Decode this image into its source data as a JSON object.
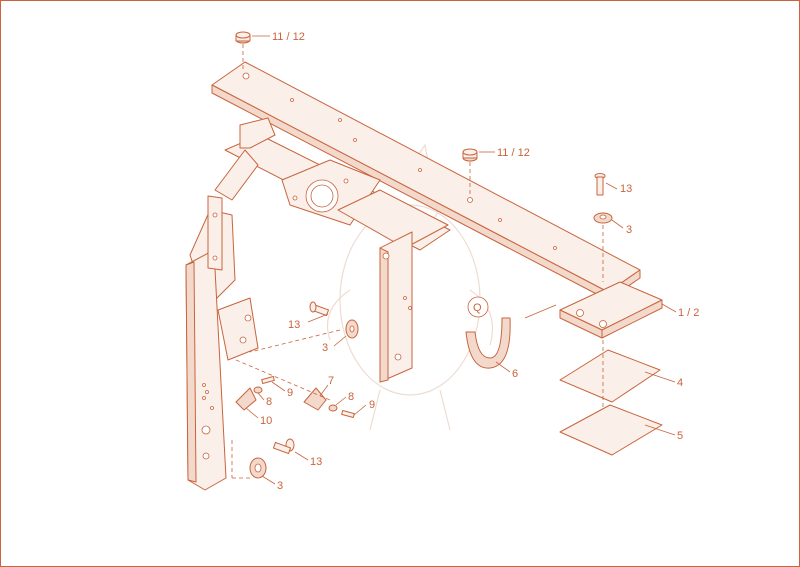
{
  "diagram": {
    "callouts": [
      {
        "id": "c-11-12-top",
        "text": "11 / 12"
      },
      {
        "id": "c-11-12-mid",
        "text": "11 / 12"
      },
      {
        "id": "c-13-right",
        "text": "13"
      },
      {
        "id": "c-3-right",
        "text": "3"
      },
      {
        "id": "c-1-2",
        "text": "1 / 2"
      },
      {
        "id": "c-13-mid",
        "text": "13"
      },
      {
        "id": "c-3-mid",
        "text": "3"
      },
      {
        "id": "c-6",
        "text": "6"
      },
      {
        "id": "c-4",
        "text": "4"
      },
      {
        "id": "c-7",
        "text": "7"
      },
      {
        "id": "c-8-left",
        "text": "8"
      },
      {
        "id": "c-9-left",
        "text": "9"
      },
      {
        "id": "c-8-right",
        "text": "8"
      },
      {
        "id": "c-9-right",
        "text": "9"
      },
      {
        "id": "c-10",
        "text": "10"
      },
      {
        "id": "c-5",
        "text": "5"
      },
      {
        "id": "c-13-bottom",
        "text": "13"
      },
      {
        "id": "c-3-bottom",
        "text": "3"
      }
    ],
    "colors": {
      "line": "#c8643c",
      "fill": "#fbefe9",
      "fill_dark": "#f3d9cc",
      "watermark": "#eedcd3"
    }
  }
}
